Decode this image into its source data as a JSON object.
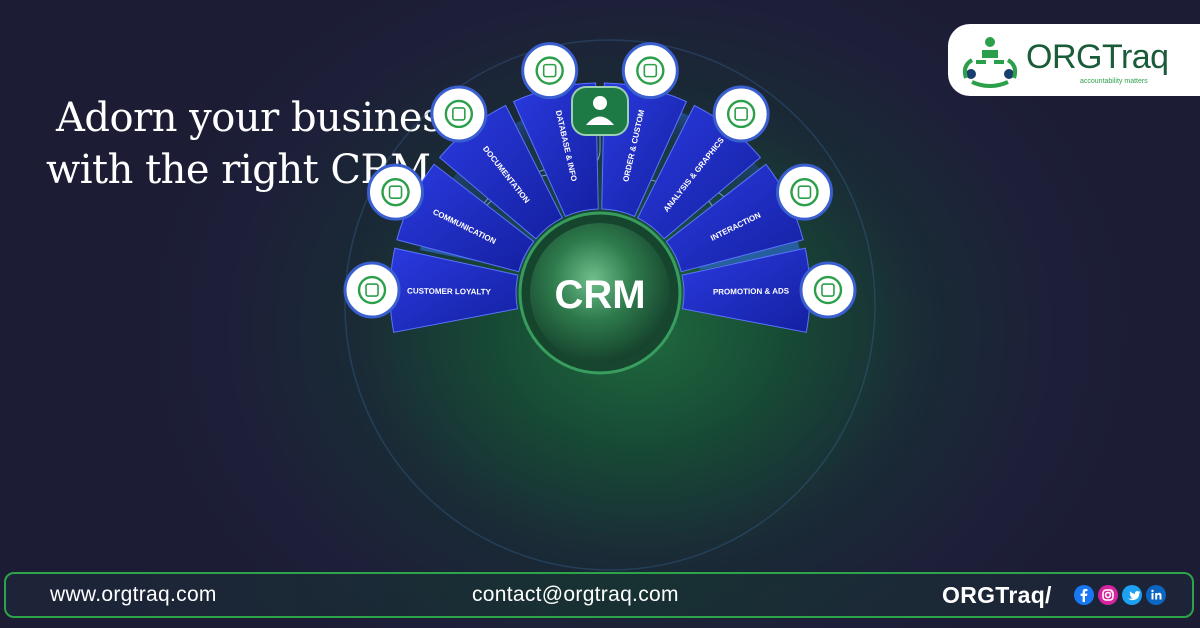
{
  "headline": {
    "line1": "Adorn your business",
    "line2": "with the right CRM"
  },
  "logo": {
    "name": "ORGTraq",
    "tagline": "accountability matters"
  },
  "center_label": "CRM",
  "segments": [
    {
      "label": "CUSTOMER LOYALTY",
      "icon": "hand-star-icon"
    },
    {
      "label": "COMMUNICATION",
      "icon": "chat-bubbles-icon"
    },
    {
      "label": "DOCUMENTATION",
      "icon": "document-icon"
    },
    {
      "label": "DATABASE & INFO",
      "icon": "database-icon"
    },
    {
      "label": "ORDER & CUSTOM",
      "icon": "clipboard-icon"
    },
    {
      "label": "ANALYSIS & GRAPHICS",
      "icon": "line-chart-icon"
    },
    {
      "label": "INTERACTION",
      "icon": "network-users-icon"
    },
    {
      "label": "PROMOTION & ADS",
      "icon": "megaphone-icon"
    }
  ],
  "footer": {
    "website": "www.orgtraq.com",
    "email": "contact@orgtraq.com",
    "handle": "ORGTraq/"
  },
  "social_icons": [
    "facebook-icon",
    "instagram-icon",
    "twitter-icon",
    "linkedin-icon"
  ],
  "colors": {
    "brand_green": "#2ea44a",
    "segment_blue": "#2233cc",
    "background": "#1c1c34"
  }
}
